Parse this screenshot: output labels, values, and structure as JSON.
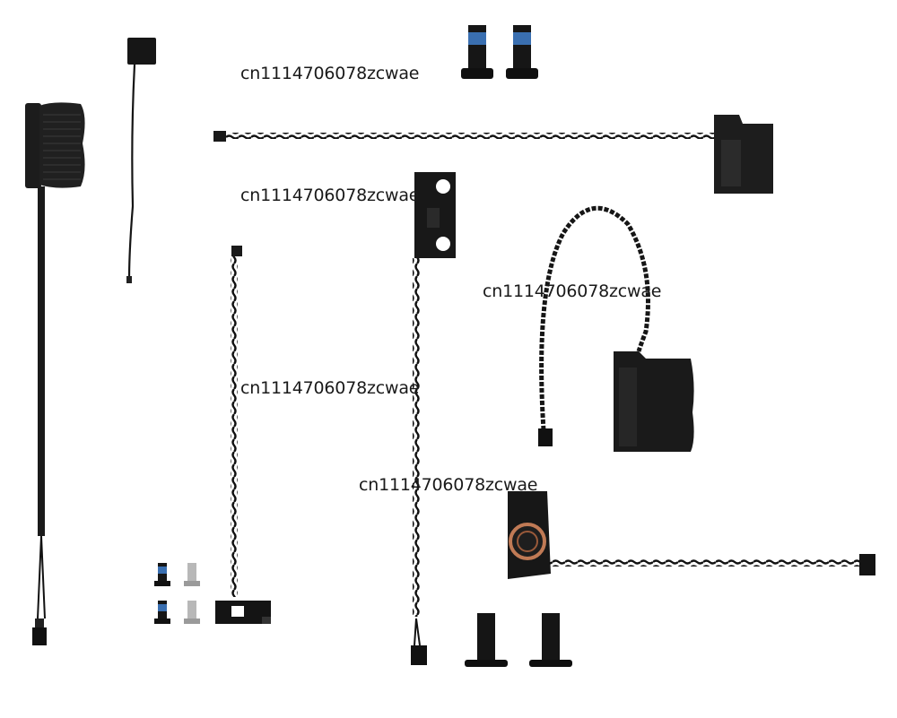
{
  "watermarks": [
    "cn1114706078zcwae",
    "cn1114706078zcwae",
    "cn1114706078zcwae",
    "cn1114706078zcwae",
    "cn1114706078zcwae"
  ],
  "colors": {
    "background": "#ffffff",
    "part_black": "#141414",
    "part_dark": "#2a2a2a",
    "screw_blue": "#3a6fb0",
    "screw_silver": "#b8b8b8",
    "coil_copper": "#c07a55"
  }
}
